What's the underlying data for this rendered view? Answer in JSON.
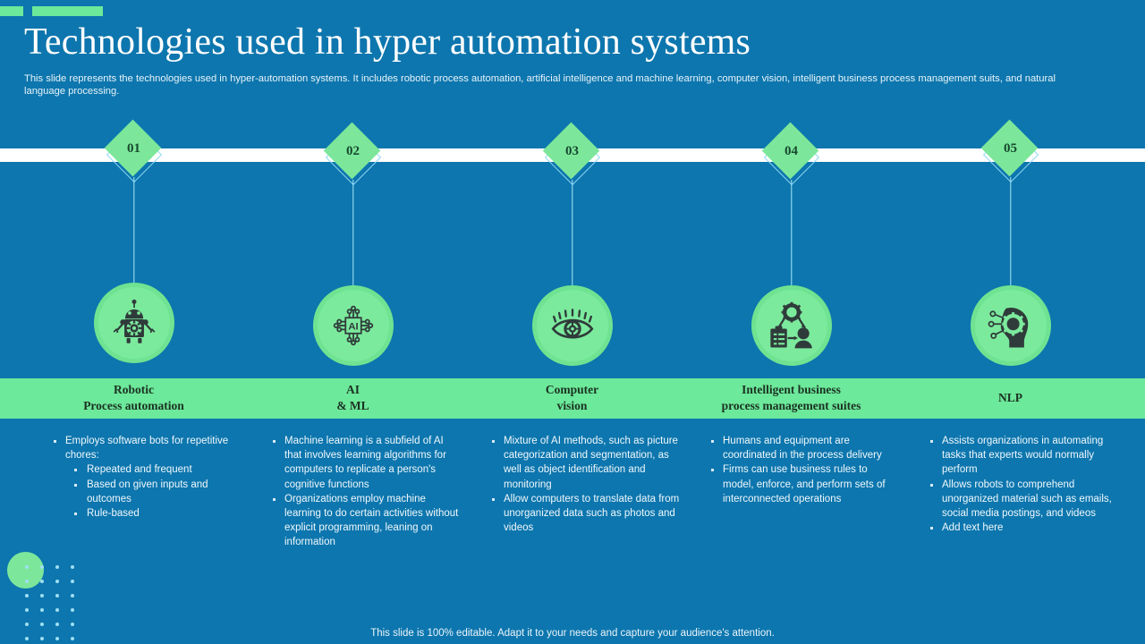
{
  "slide": {
    "title": "Technologies used in hyper automation systems",
    "subtitle": "This slide represents the technologies used in hyper-automation systems. It includes robotic process automation, artificial intelligence and machine learning, computer vision, intelligent business process management suits, and natural language processing.",
    "footer": "This slide is 100% editable. Adapt it to your needs and capture your audience's attention."
  },
  "colors": {
    "background": "#0D76AE",
    "accent_green": "#6CE99A",
    "band_white": "#FFFFFF",
    "icon_circle": "#7CEA9D",
    "icon_glyph": "#2F3B3A",
    "label_text": "#1C3123",
    "body_text": "#F0F8FC"
  },
  "columns": [
    {
      "number": "01",
      "icon": "robot-icon",
      "label_line1": "Robotic",
      "label_line2": "Process automation",
      "bullets": [
        {
          "text": "Employs software bots for repetitive chores:",
          "sub": [
            "Repeated and frequent",
            "Based on given  inputs and outcomes",
            "Rule-based"
          ]
        }
      ]
    },
    {
      "number": "02",
      "icon": "ai-chip-icon",
      "label_line1": "AI",
      "label_line2": "& ML",
      "bullets": [
        {
          "text": "Machine learning is a subfield of AI that involves learning algorithms for computers to replicate a person's cognitive functions",
          "sub": []
        },
        {
          "text": "Organizations employ machine learning to do certain activities without explicit programming, leaning on information",
          "sub": []
        }
      ]
    },
    {
      "number": "03",
      "icon": "eye-vision-icon",
      "label_line1": "Computer",
      "label_line2": "vision",
      "bullets": [
        {
          "text": "Mixture of AI methods, such as picture categorization and segmentation, as well as object identification and monitoring",
          "sub": []
        },
        {
          "text": "Allow computers to translate data from unorganized data such as photos and videos",
          "sub": []
        }
      ]
    },
    {
      "number": "04",
      "icon": "process-workflow-icon",
      "label_line1": "Intelligent business",
      "label_line2": "process management suites",
      "bullets": [
        {
          "text": "Humans and equipment are coordinated in the process delivery",
          "sub": []
        },
        {
          "text": "Firms can use business rules to model, enforce, and perform sets of interconnected operations",
          "sub": []
        }
      ]
    },
    {
      "number": "05",
      "icon": "brain-gear-icon",
      "label_line1": "NLP",
      "label_line2": "",
      "bullets": [
        {
          "text": "Assists organizations in automating tasks that experts would normally perform",
          "sub": []
        },
        {
          "text": "Allows robots to comprehend unorganized material such as emails, social media postings, and videos",
          "sub": []
        },
        {
          "text": "Add text here",
          "sub": []
        }
      ]
    }
  ]
}
